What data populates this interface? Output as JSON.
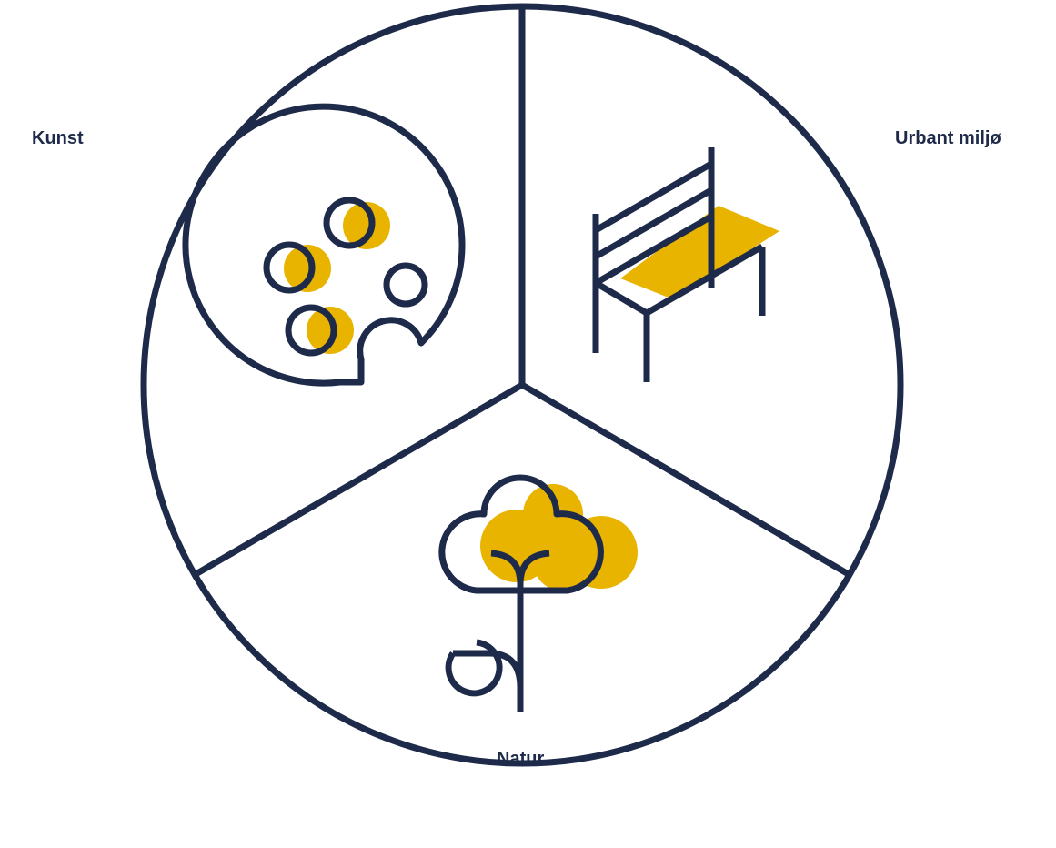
{
  "labels": {
    "kunst": "Kunst",
    "urbant_miljo": "Urbant miljø",
    "natur": "Natur"
  },
  "colors": {
    "stroke": "#1e2a4a",
    "accent": "#e8b400",
    "background": "#ffffff",
    "text": "#1e2a4a"
  },
  "icons": {
    "kunst": "palette-icon",
    "urbant_miljo": "bench-icon",
    "natur": "tree-icon"
  }
}
